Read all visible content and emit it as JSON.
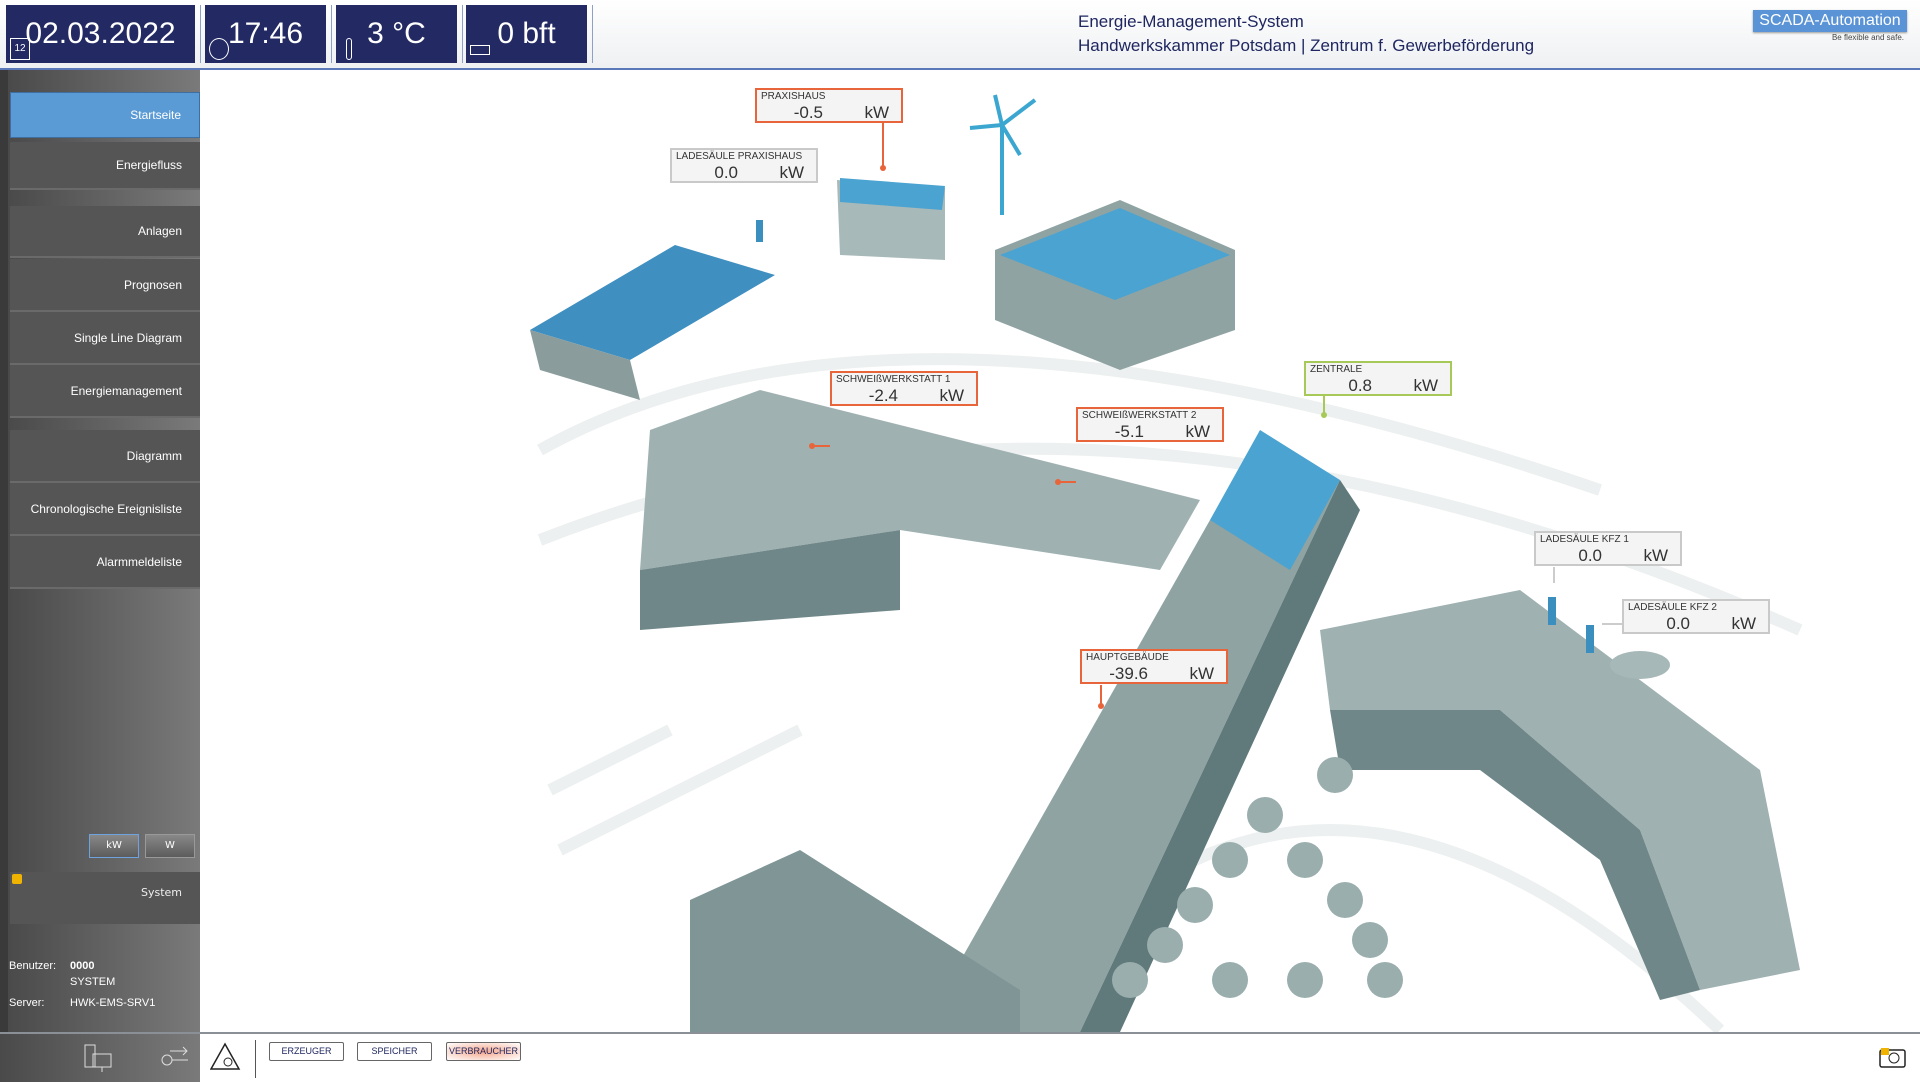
{
  "header": {
    "date": "02.03.2022",
    "time": "17:46",
    "temperature": "3 °C",
    "wind": "0 bft",
    "calendar_day": "12",
    "title_line1": "Energie-Management-System",
    "title_line2": "Handwerkskammer Potsdam | Zentrum f. Gewerbeförderung",
    "logo": "SCADA-Automation",
    "logo_tagline": "Be flexible and safe."
  },
  "sidebar": {
    "items": [
      {
        "label": "Startseite",
        "active": true
      },
      {
        "label": "Energiefluss"
      },
      {
        "label": "Anlagen"
      },
      {
        "label": "Prognosen"
      },
      {
        "label": "Single Line Diagram"
      },
      {
        "label": "Energiemanagement"
      },
      {
        "label": "Diagramm"
      },
      {
        "label": "Chronologische Ereignisliste"
      },
      {
        "label": "Alarmmeldeliste"
      }
    ],
    "unit_kw": "kW",
    "unit_w": "W",
    "system": "System",
    "user_label": "Benutzer:",
    "user_id": "0000",
    "user_name": "SYSTEM",
    "server_label": "Server:",
    "server": "HWK-EMS-SRV1"
  },
  "map": {
    "labels": [
      {
        "name": "PRAXISHAUS",
        "value": "-0.5",
        "unit": "kW"
      },
      {
        "name": "LADESÄULE PRAXISHAUS",
        "value": "0.0",
        "unit": "kW"
      },
      {
        "name": "SCHWEIßWERKSTATT 1",
        "value": "-2.4",
        "unit": "kW"
      },
      {
        "name": "SCHWEIßWERKSTATT 2",
        "value": "-5.1",
        "unit": "kW"
      },
      {
        "name": "ZENTRALE",
        "value": "0.8",
        "unit": "kW"
      },
      {
        "name": "HAUPTGEBÄUDE",
        "value": "-39.6",
        "unit": "kW"
      },
      {
        "name": "LADESÄULE KFZ 1",
        "value": "0.0",
        "unit": "kW"
      },
      {
        "name": "LADESÄULE KFZ 2",
        "value": "0.0",
        "unit": "kW"
      }
    ]
  },
  "footer": {
    "erzeuger": "ERZEUGER",
    "speicher": "SPEICHER",
    "verbraucher": "VERBRAUCHER"
  },
  "colors": {
    "tile": "#232a63",
    "active": "#5b9bd5",
    "consumer": "#e8643a",
    "producer": "#a6c957"
  }
}
